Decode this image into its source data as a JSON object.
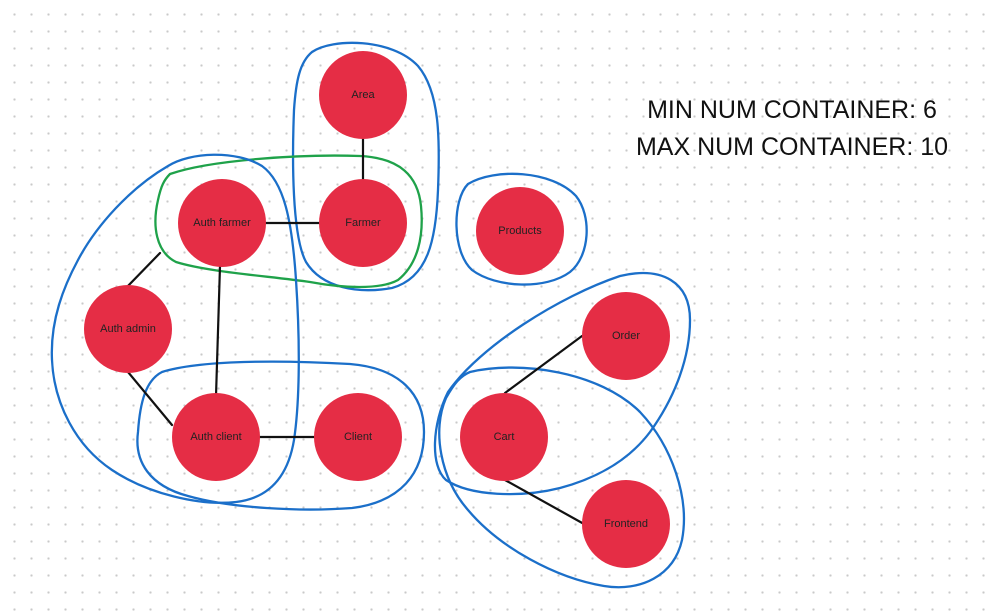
{
  "colors": {
    "node": "#e52d45",
    "group_blue": "#1b6fc9",
    "group_green": "#1fa24a",
    "edge": "#111111"
  },
  "stats": {
    "min_label": "MIN NUM CONTAINER: 6",
    "max_label": "MAX NUM CONTAINER: 10"
  },
  "nodes": {
    "area": "Area",
    "farmer": "Farmer",
    "auth_farmer": "Auth farmer",
    "products": "Products",
    "auth_admin": "Auth admin",
    "order": "Order",
    "auth_client": "Auth client",
    "client": "Client",
    "cart": "Cart",
    "frontend": "Frontend"
  },
  "edges": [
    [
      "area",
      "farmer"
    ],
    [
      "auth_farmer",
      "farmer"
    ],
    [
      "auth_farmer",
      "auth_admin"
    ],
    [
      "auth_farmer",
      "auth_client"
    ],
    [
      "auth_admin",
      "auth_client"
    ],
    [
      "auth_client",
      "client"
    ],
    [
      "cart",
      "order"
    ],
    [
      "cart",
      "frontend"
    ]
  ],
  "groups": [
    {
      "name": "area-farmer-group",
      "color": "blue",
      "members": [
        "area",
        "farmer"
      ]
    },
    {
      "name": "farmer-authfarmer-group",
      "color": "green",
      "members": [
        "auth_farmer",
        "farmer"
      ]
    },
    {
      "name": "auth-group",
      "color": "blue",
      "members": [
        "auth_farmer",
        "auth_admin",
        "auth_client"
      ]
    },
    {
      "name": "client-group",
      "color": "blue",
      "members": [
        "auth_client",
        "client"
      ]
    },
    {
      "name": "products-group",
      "color": "blue",
      "members": [
        "products"
      ]
    },
    {
      "name": "cart-order-group",
      "color": "blue",
      "members": [
        "cart",
        "order"
      ]
    },
    {
      "name": "cart-frontend-group",
      "color": "blue",
      "members": [
        "cart",
        "frontend"
      ]
    }
  ]
}
